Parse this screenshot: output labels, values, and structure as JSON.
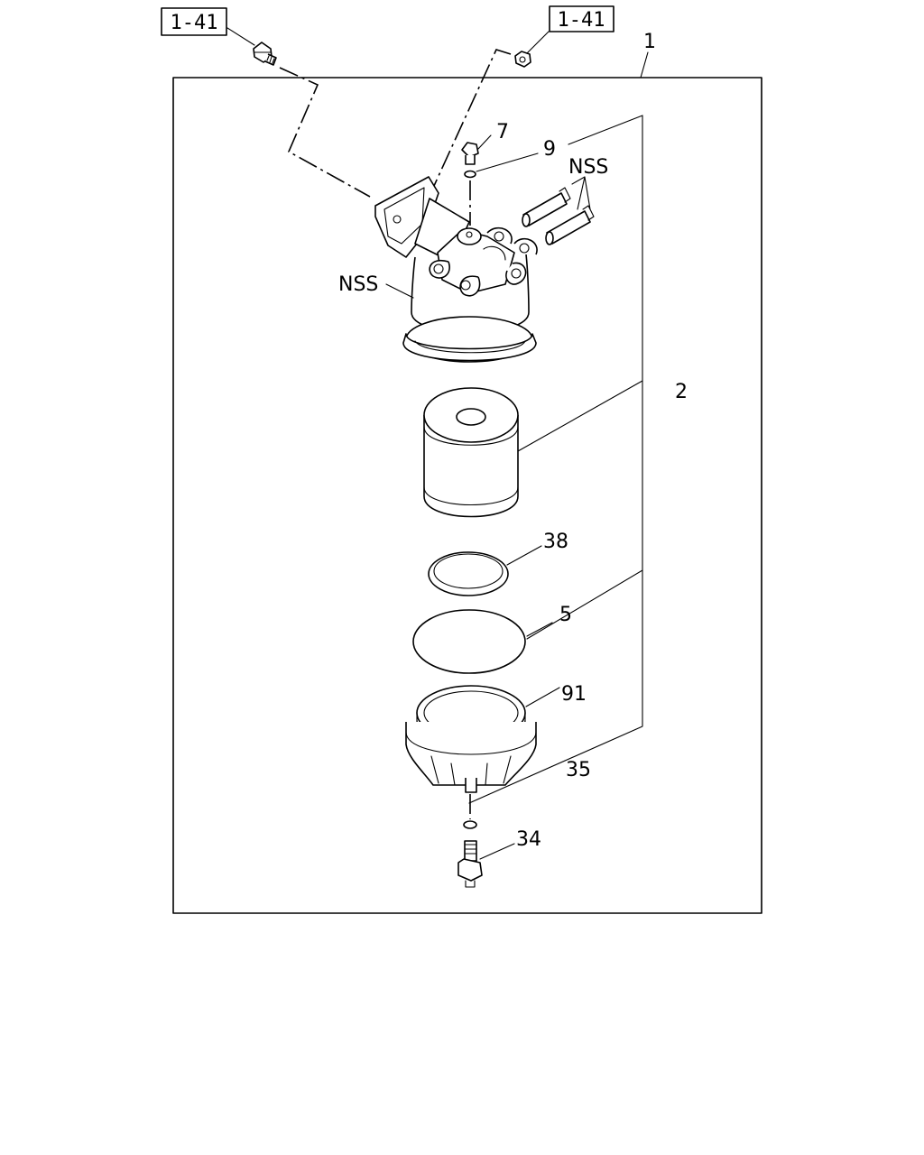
{
  "refs": {
    "left": "1-41",
    "right": "1-41"
  },
  "callouts": {
    "assembly": "1",
    "drain_bolt": "7",
    "bolt_gasket": "9",
    "hose_nipples": "NSS",
    "head": "NSS",
    "element": "2",
    "o_ring": "38",
    "disc": "5",
    "cup": "91",
    "plug_gasket": "35",
    "drain_plug": "34"
  }
}
